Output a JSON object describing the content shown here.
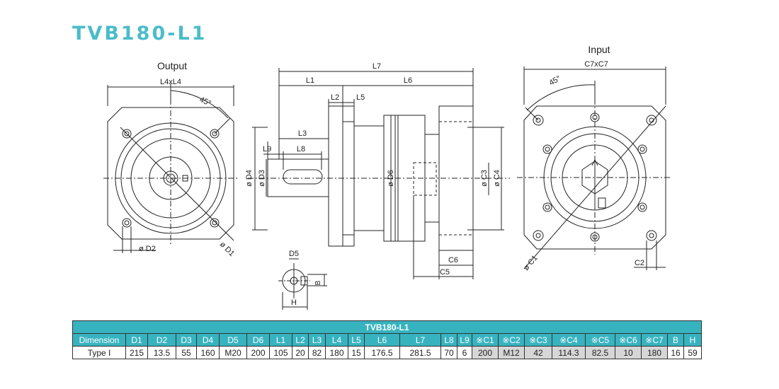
{
  "title": "TVB180-L1",
  "drawing": {
    "output_label": "Output",
    "input_label": "Input",
    "dims": {
      "L4xL4": "L4xL4",
      "angle_out": "45°",
      "D2": "ø D2",
      "D1": "ø D1",
      "L7": "L7",
      "L1": "L1",
      "L6": "L6",
      "L2": "L2",
      "L5": "L5",
      "L3": "L3",
      "L9": "L9",
      "L8": "L8",
      "D4": "ø D4",
      "D3": "ø D3",
      "D6": "ø D6",
      "C3": "ø C3",
      "C4": "ø C4",
      "C6": "C6",
      "C5": "C5",
      "D5": "D5",
      "B": "B",
      "H": "H",
      "C7xC7": "C7xC7",
      "angle_in": "45°",
      "C1": "ø C1",
      "C2": "C2"
    }
  },
  "table": {
    "title": "TVB180-L1",
    "headers": [
      "Dimension",
      "D1",
      "D2",
      "D3",
      "D4",
      "D5",
      "D6",
      "L1",
      "L2",
      "L3",
      "L4",
      "L5",
      "L6",
      "L7",
      "L8",
      "L9",
      "※C1",
      "※C2",
      "※C3",
      "※C4",
      "※C5",
      "※C6",
      "※C7",
      "B",
      "H"
    ],
    "rows": [
      [
        "Type I",
        "215",
        "13.5",
        "55",
        "160",
        "M20",
        "200",
        "105",
        "20",
        "82",
        "180",
        "15",
        "176.5",
        "281.5",
        "70",
        "6",
        "200",
        "M12",
        "42",
        "114.3",
        "82.5",
        "10",
        "180",
        "16",
        "59"
      ]
    ]
  }
}
